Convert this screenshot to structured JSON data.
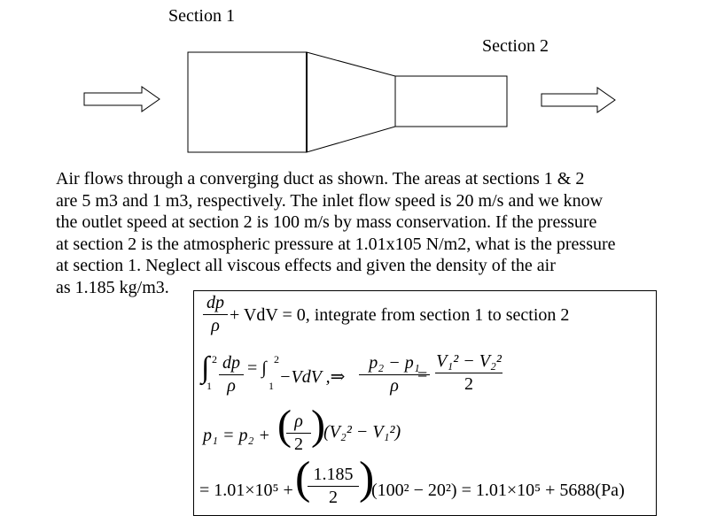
{
  "section_labels": {
    "s1": "Section 1",
    "s2": "Section 2"
  },
  "problem_lines": [
    "Air flows through a converging duct as shown.  The areas at sections 1 & 2",
    "are 5 m3 and 1 m3, respectively.  The inlet flow speed is 20 m/s and we know",
    "the outlet speed at section 2 is 100 m/s by mass conservation.  If the pressure",
    "at section 2 is the atmospheric pressure at 1.01x105 N/m2, what is the pressure",
    "at section 1.  Neglect all viscous effects and given the density of the air",
    "as 1.185 kg/m3."
  ],
  "equations": {
    "eq1_frac_num": "dp",
    "eq1_frac_den": "ρ",
    "eq1_rest": "+ VdV = 0, integrate from section 1 to section 2",
    "eq2_int_upper": "2",
    "eq2_int_lower": "1",
    "eq2_frac_num": "dp",
    "eq2_frac_den": "ρ",
    "eq2_mid": "= ∫",
    "eq2_int2_upper": "2",
    "eq2_int2_lower": "1",
    "eq2_rest": "−VdV ,⇒",
    "eq2_frac2_num": "p₂ − p₁",
    "eq2_frac2_den": "ρ",
    "eq2_eq": "=",
    "eq2_frac3_num": "V₁² − V₂²",
    "eq2_frac3_den": "2",
    "eq3_lhs": "p₁ = p₂ +",
    "eq3_frac_num": "ρ",
    "eq3_frac_den": "2",
    "eq3_rest": "(V₂² − V₁²)",
    "eq4_lhs": "= 1.01×10⁵ +",
    "eq4_frac_num": "1.185",
    "eq4_frac_den": "2",
    "eq4_rest": "(100² − 20²) = 1.01×10⁵ + 5688(Pa)"
  }
}
